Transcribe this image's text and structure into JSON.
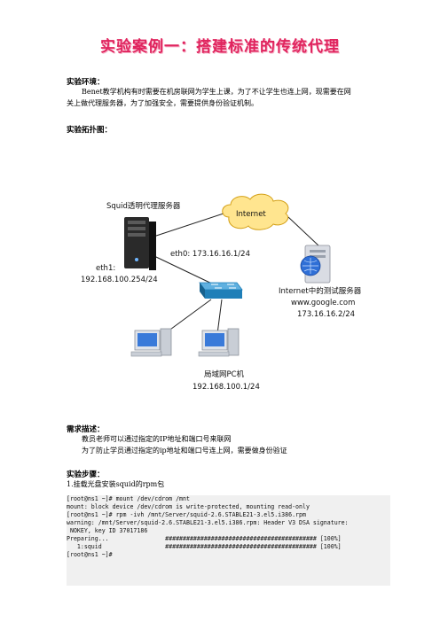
{
  "title": "实验案例一：搭建标准的传统代理",
  "env": {
    "heading": "实验环境：",
    "line1": "Benet教学机构有时需要在机房联网为学生上课，为了不让学生也连上网，现需要在网",
    "line2": "关上做代理服务器，为了加强安全，需要提供身份验证机制。"
  },
  "topo": {
    "heading": "实验拓扑图：",
    "squid_label": "Squid透明代理服务器",
    "internet_label": "Internet",
    "eth0_label": "eth0: 173.16.16.1/24",
    "eth1_label": "eth1:",
    "eth1_ip": "192.168.100.254/24",
    "server_label": "Internet中的测试服务器",
    "server_host": "www.google.com",
    "server_ip": "173.16.16.2/24",
    "pc_label": "局域网PC机",
    "pc_ip": "192.168.100.1/24"
  },
  "req": {
    "heading": "需求描述：",
    "line1": "教员老师可以通过指定的IP地址和端口号来联网",
    "line2": "为了防止学员通过指定的ip地址和端口号连上网，需要做身份验证"
  },
  "steps": {
    "heading": "实验步骤：",
    "step1": "1.挂载光盘安装squid的rpm包"
  },
  "terminal": {
    "lines": [
      "[root@ns1 ~]# mount /dev/cdrom /mnt",
      "mount: block device /dev/cdrom is write-protected, mounting read-only",
      "[root@ns1 ~]# rpm -ivh /mnt/Server/squid-2.6.STABLE21-3.el5.i386.rpm",
      "warning: /mnt/Server/squid-2.6.STABLE21-3.el5.i386.rpm: Header V3 DSA signature:",
      " NOKEY, key ID 37017186",
      "Preparing...                ########################################### [100%]",
      "   1:squid                  ########################################### [100%]",
      "[root@ns1 ~]# "
    ]
  },
  "colors": {
    "title": "#e0245e",
    "cloud": "#ffe58f",
    "switch": "#1f7fb8"
  }
}
